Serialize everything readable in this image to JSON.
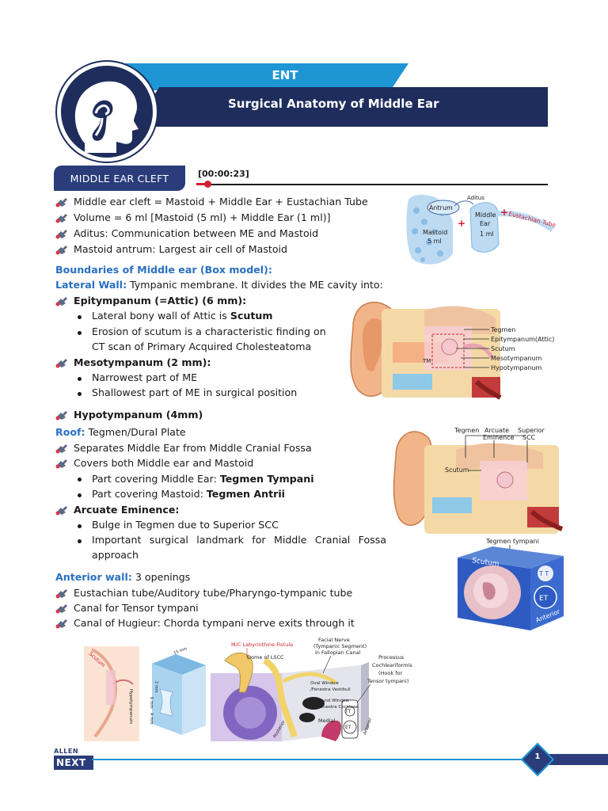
{
  "header": {
    "subject": "ENT",
    "title": "Surgical Anatomy of Middle Ear"
  },
  "section": {
    "tab_label": "MIDDLE EAR CLEFT",
    "timestamp": "[00:00:23]"
  },
  "intro_items": [
    "Middle ear cleft = Mastoid + Middle Ear + Eustachian Tube",
    "Volume = 6 ml [Mastoid (5 ml) + Middle Ear (1 ml)]",
    "Aditus: Communication between ME and Mastoid",
    "Mastoid antrum: Largest air cell of Mastoid"
  ],
  "boundaries_heading": "Boundaries of Middle ear (Box model):",
  "lateral_wall": {
    "label": "Lateral Wall:",
    "text": " Tympanic membrane. It divides the ME cavity into:",
    "epitympanum": "Epitympanum (=Attic) (6 mm):",
    "epi_bullet1_pre": "Lateral bony wall of Attic is ",
    "epi_bullet1_bold": "Scutum",
    "epi_bullet2_line1": "Erosion of scutum is a characteristic finding on",
    "epi_bullet2_line2": "CT scan of Primary Acquired Cholesteatoma",
    "mesotympanum": "Mesotympanum (2 mm):",
    "meso_bullet1": "Narrowest part of ME",
    "meso_bullet2": "Shallowest part of ME in surgical position",
    "hypotympanum": "Hypotympanum (4mm)"
  },
  "roof": {
    "label": "Roof:",
    "text": " Tegmen/Dural Plate",
    "item1": "Separates Middle Ear from Middle Cranial Fossa",
    "item2": "Covers both Middle ear and Mastoid",
    "sub1_pre": "Part covering Middle Ear: ",
    "sub1_bold": "Tegmen Tympani",
    "sub2_pre": "Part covering Mastoid: ",
    "sub2_bold": "Tegmen Antrii",
    "arcuate": "Arcuate Eminence:",
    "arc_bullet1": "Bulge in Tegmen due to Superior SCC",
    "arc_bullet2_line1": "Important surgical landmark for Middle Cranial Fossa",
    "arc_bullet2_line2": "approach"
  },
  "anterior_wall": {
    "label": "Anterior wall:",
    "text": " 3 openings",
    "items": [
      "Eustachian tube/Auditory tube/Pharyngo-tympanic tube",
      "Canal for Tensor tympani",
      "Canal of Hugieur: Chorda tympani nerve exits through it"
    ]
  },
  "fig_cleft": {
    "antrum": "Antrum",
    "aditus": "Aditus",
    "mastoid": "Mastoid",
    "mastoid_vol": "5 ml",
    "middle_ear_1": "Middle",
    "middle_ear_2": "Ear",
    "middle_ear_vol": "1 ml",
    "plus1": "+",
    "plus2": "+",
    "eustachian": "Eustachian Tube"
  },
  "fig_ear1": {
    "tm": "TM",
    "labels": [
      "Tegmen",
      "Epitympanum(Attic)",
      "Scutum",
      "Mesotympanum",
      "Hypotympanum"
    ]
  },
  "fig_ear2": {
    "tegmen": "Tegmen",
    "arcuate_1": "Arcuate",
    "arcuate_2": "Eminence",
    "superior_1": "Superior",
    "superior_2": "SCC",
    "scutum": "Scutum"
  },
  "fig_box": {
    "tegmen_tympani": "Tegmen tympani",
    "scutum": "Scutum",
    "tt": "T T",
    "et": "ET",
    "anterior": "Anterior"
  },
  "fig_bottom": {
    "fistula": "M/C Labyrinthine Fistula",
    "dome": "Dome of LSCC",
    "facial_1": "Facial Nerve",
    "facial_2": "(Tympanic Segment)",
    "facial_3": "in Fallopian Canal",
    "processus_1": "Processus",
    "processus_2": "Cochleariformis",
    "processus_3": "(Hook for",
    "processus_4": "Tensor tympani)",
    "oval_1": "Oval Window",
    "oval_2": "/Fenestra Vestibuli",
    "round_1": "Round Window",
    "round_2": "/Fenestra Cochleae",
    "medial": "Medial",
    "tt": "TT",
    "et": "ET",
    "posterior": "Posterior",
    "anterior": "Anterior",
    "dim1": "15 mm",
    "dim2": "2 mm",
    "dim3": "6 mm",
    "dim4": "4 mm",
    "dim5": "15 mm",
    "scutum_small": "Scutum",
    "hypo_small": "Hypotympanum"
  },
  "footer": {
    "logo_top": "ALLEN",
    "logo_main": "NEXT",
    "page_number": "1"
  },
  "colors": {
    "navy": "#1f2d5c",
    "sky": "#1e96d4",
    "tab": "#2a3d7a",
    "label_blue": "#2a70c2",
    "accent_red": "#d21f2e"
  }
}
